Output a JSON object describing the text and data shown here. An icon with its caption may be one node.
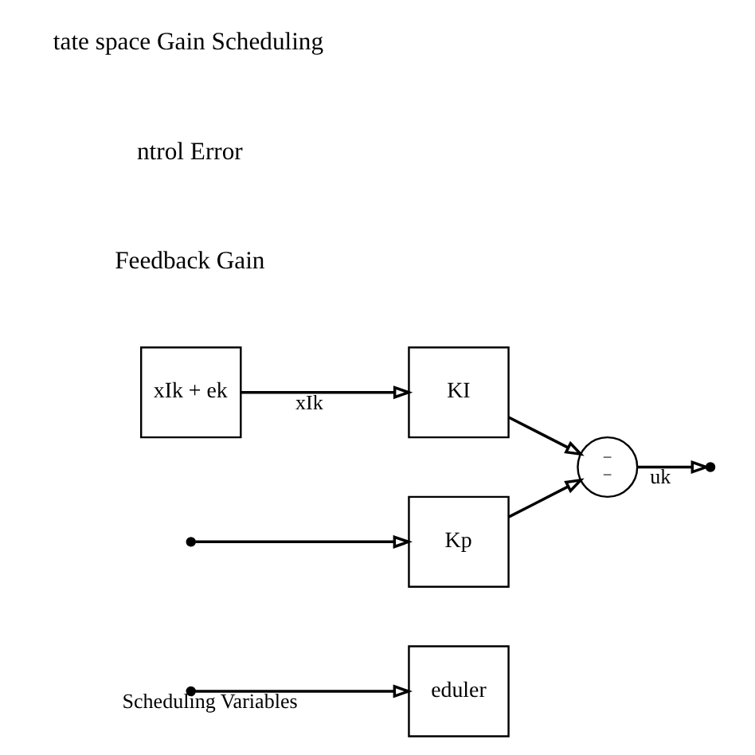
{
  "diagram": {
    "nodes": [
      {
        "text": [
          "eduler"
        ]
      },
      {
        "text": [
          "xIk + ek"
        ]
      },
      {
        "text": [
          "KI"
        ]
      },
      {
        "text": [
          "−",
          "−"
        ]
      },
      {
        "text": [
          "Kp"
        ]
      }
    ],
    "edges": [
      {
        "from": null,
        "to": 0,
        "arrow": "to",
        "label": "Scheduling Variables"
      },
      {
        "from": 1,
        "to": 2,
        "arrow": "to",
        "label": "xIk"
      },
      {
        "from": 2,
        "to": 3,
        "arrow": "to"
      },
      {
        "from": 4,
        "to": 3,
        "arrow": "to"
      },
      {
        "from": 3,
        "to": null,
        "arrow": "to",
        "label": "uk"
      },
      {
        "from": null,
        "to": 4,
        "arrow": "to"
      }
    ],
    "labels": [
      "Feedback Gain",
      "ntrol Error",
      "tate space Gain Scheduling"
    ]
  }
}
